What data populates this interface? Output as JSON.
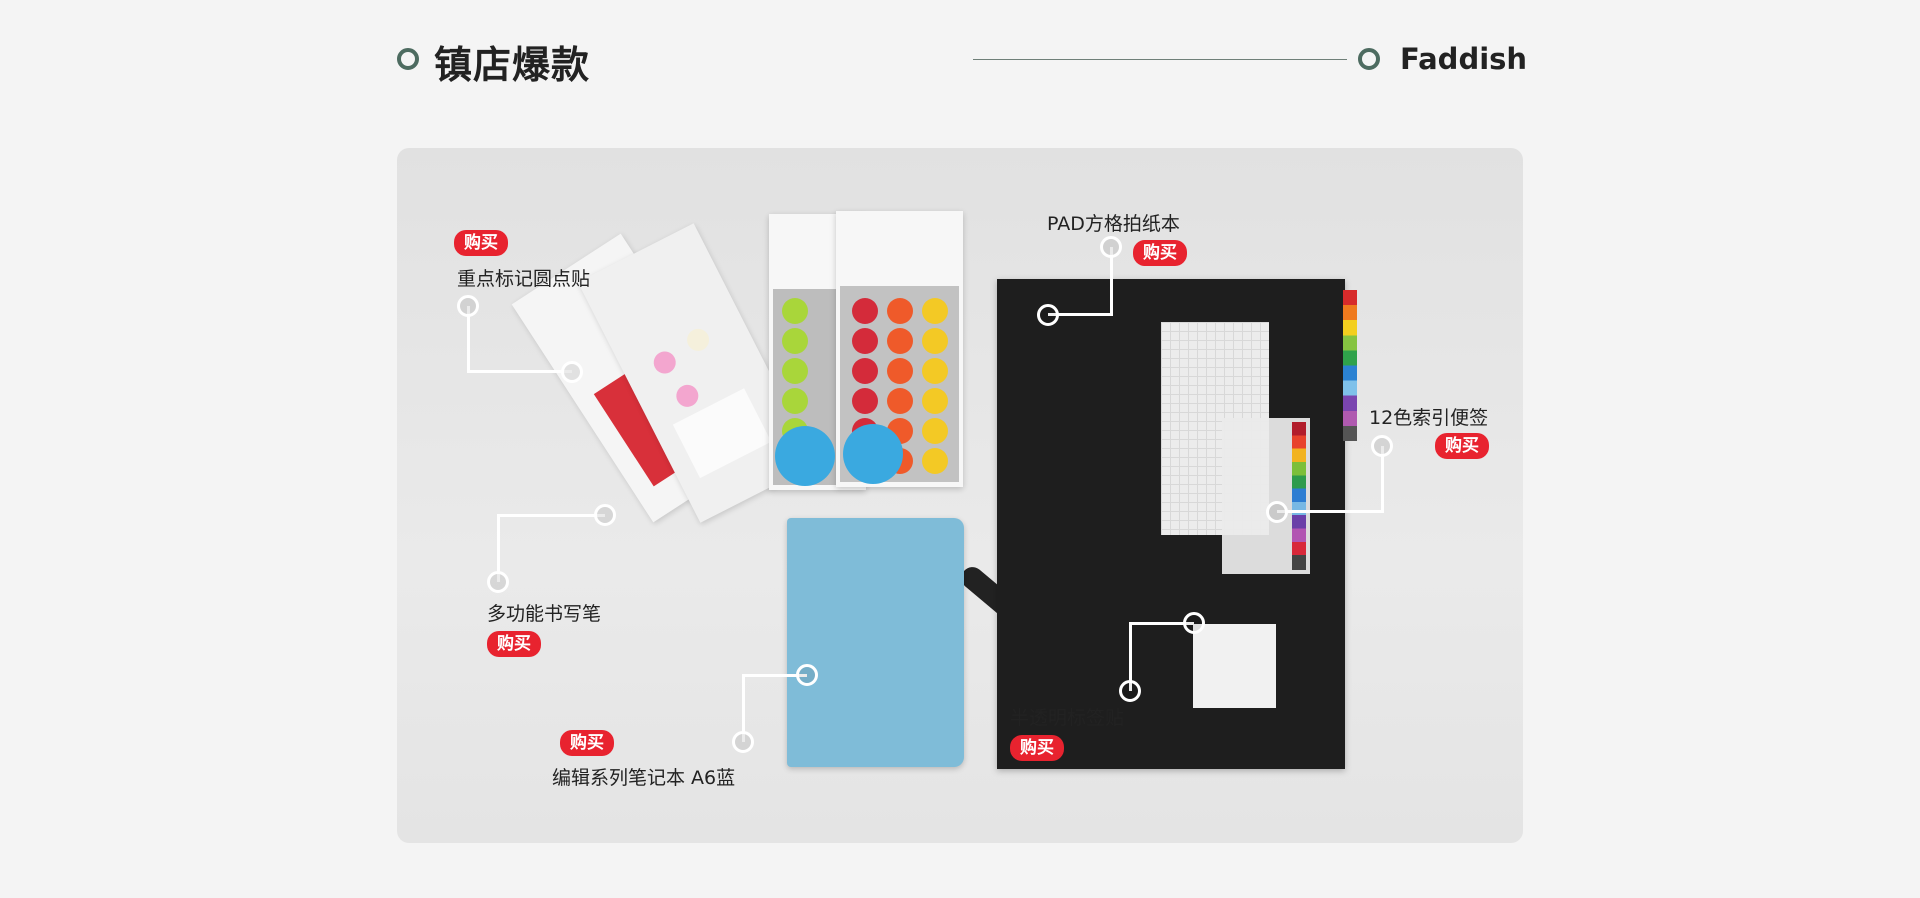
{
  "header": {
    "title": "镇店爆款",
    "subtitle_en": "Faddish",
    "accent": "#4d6b60"
  },
  "buy_label": "购买",
  "products": [
    {
      "name": "重点标记圆点贴",
      "buy": "购买"
    },
    {
      "name": "PAD方格拍纸本",
      "buy": "购买"
    },
    {
      "name": "12色索引便签",
      "buy": "购买"
    },
    {
      "name": "多功能书写笔",
      "buy": "购买"
    },
    {
      "name": "编辑系列笔记本 A6蓝",
      "buy": "购买"
    },
    {
      "name": "半透明标签贴",
      "buy": "购买"
    }
  ],
  "colors": {
    "badge": "#e8232f",
    "notebook_black": "#1e1e1e",
    "notebook_blue": "#7fbcd8"
  }
}
